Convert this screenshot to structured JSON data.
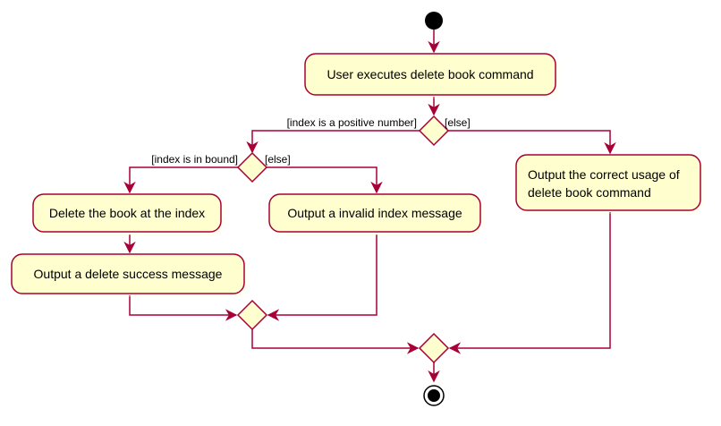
{
  "colors": {
    "activity_fill": "#FEFECE",
    "border": "#A80036",
    "text": "#000000",
    "node": "#000000"
  },
  "activities": {
    "execute": "User executes delete book command",
    "delete_book": "Delete the book at the index",
    "success_msg": "Output a delete success message",
    "invalid_msg": "Output a invalid index message",
    "usage_line1": "Output the correct usage of",
    "usage_line2": "delete book command"
  },
  "guards": {
    "positive": "[index is a positive number]",
    "else_outer": "[else]",
    "in_bound": "[index is in bound]",
    "else_inner": "[else]"
  }
}
